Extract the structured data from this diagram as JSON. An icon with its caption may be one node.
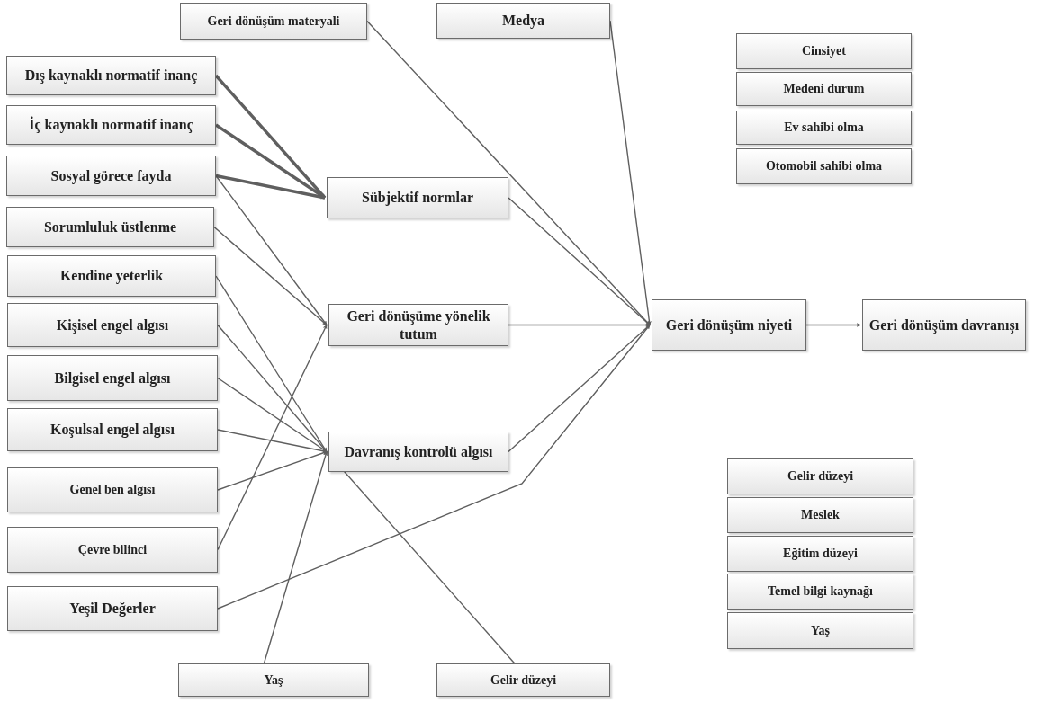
{
  "diagram": {
    "nodes": [
      {
        "text": [
          "Geri dönüşüm materyali"
        ]
      },
      {
        "text": [
          "Medya"
        ]
      },
      {
        "text": [
          "Dış kaynaklı normatif inanç"
        ]
      },
      {
        "text": [
          "İç kaynaklı normatif inanç"
        ]
      },
      {
        "text": [
          "Sosyal görece fayda"
        ]
      },
      {
        "text": [
          "Sorumluluk üstlenme"
        ]
      },
      {
        "text": [
          "Kendine yeterlik"
        ]
      },
      {
        "text": [
          "Kişisel engel algısı"
        ]
      },
      {
        "text": [
          "Bilgisel engel algısı"
        ]
      },
      {
        "text": [
          "Koşulsal engel algısı"
        ]
      },
      {
        "text": [
          "Genel ben algısı"
        ]
      },
      {
        "text": [
          "Çevre bilinci"
        ]
      },
      {
        "text": [
          "Yeşil Değerler"
        ]
      },
      {
        "text": [
          "Sübjektif normlar"
        ]
      },
      {
        "text": [
          "Geri dönüşüme yönelik tutum"
        ]
      },
      {
        "text": [
          "Davranış kontrolü algısı"
        ]
      },
      {
        "text": [
          "Geri dönüşüm niyeti"
        ]
      },
      {
        "text": [
          "Geri dönüşüm davranışı"
        ]
      },
      {
        "text": [
          "Cinsiyet"
        ]
      },
      {
        "text": [
          "Medeni durum"
        ]
      },
      {
        "text": [
          "Ev sahibi olma"
        ]
      },
      {
        "text": [
          "Otomobil sahibi olma"
        ]
      },
      {
        "text": [
          "Gelir düzeyi"
        ]
      },
      {
        "text": [
          "Meslek"
        ]
      },
      {
        "text": [
          "Eğitim düzeyi"
        ]
      },
      {
        "text": [
          "Temel bilgi kaynağı"
        ]
      },
      {
        "text": [
          "Yaş"
        ]
      },
      {
        "text": [
          "Yaş"
        ]
      },
      {
        "text": [
          "Gelir düzeyi"
        ]
      }
    ],
    "edges": [
      {
        "from": 2,
        "to": 13,
        "arrow": "to",
        "style": "thick"
      },
      {
        "from": 3,
        "to": 13,
        "arrow": "to",
        "style": "thick"
      },
      {
        "from": 4,
        "to": 13,
        "arrow": "to",
        "style": "thick"
      },
      {
        "from": 4,
        "to": 14,
        "arrow": "to"
      },
      {
        "from": 5,
        "to": 14,
        "arrow": "to"
      },
      {
        "from": 6,
        "to": 15,
        "arrow": "to"
      },
      {
        "from": 7,
        "to": 15,
        "arrow": "to"
      },
      {
        "from": 8,
        "to": 15,
        "arrow": "to"
      },
      {
        "from": 9,
        "to": 15,
        "arrow": "to"
      },
      {
        "from": 10,
        "to": 15,
        "arrow": "to"
      },
      {
        "from": 11,
        "to": 14,
        "arrow": "to"
      },
      {
        "from": 12,
        "to": 16,
        "arrow": "to"
      },
      {
        "from": 27,
        "to": 15,
        "arrow": "to"
      },
      {
        "from": 28,
        "to": 15,
        "arrow": "to"
      },
      {
        "from": 0,
        "to": 16,
        "arrow": "to"
      },
      {
        "from": 1,
        "to": 16,
        "arrow": "to"
      },
      {
        "from": 13,
        "to": 16,
        "arrow": "to"
      },
      {
        "from": 14,
        "to": 16,
        "arrow": "to"
      },
      {
        "from": 15,
        "to": 16,
        "arrow": "to"
      },
      {
        "from": 16,
        "to": 17,
        "arrow": "to"
      }
    ]
  }
}
